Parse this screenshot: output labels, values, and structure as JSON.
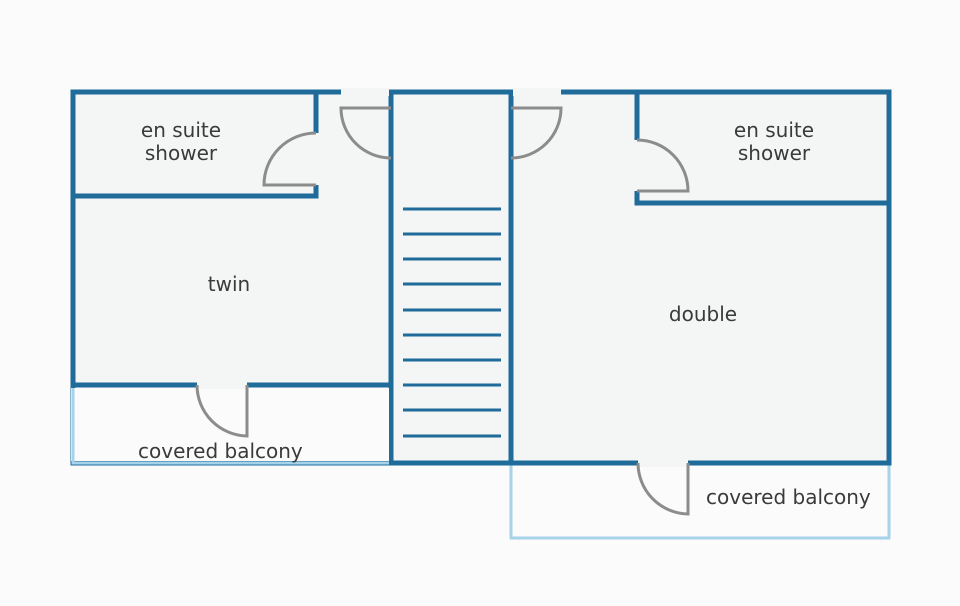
{
  "rooms": {
    "ensuite_left": {
      "line1": "en suite",
      "line2": "shower"
    },
    "ensuite_right": {
      "line1": "en suite",
      "line2": "shower"
    },
    "twin": "twin",
    "double": "double"
  },
  "balconies": {
    "left": "covered balcony",
    "right": "covered balcony"
  },
  "colors": {
    "wall": "#1f6b9a",
    "balcony_outline": "#a6d3ea",
    "floor": "#f4f5f5",
    "door": "#8c8c8c",
    "text": "#3a3a3a"
  }
}
